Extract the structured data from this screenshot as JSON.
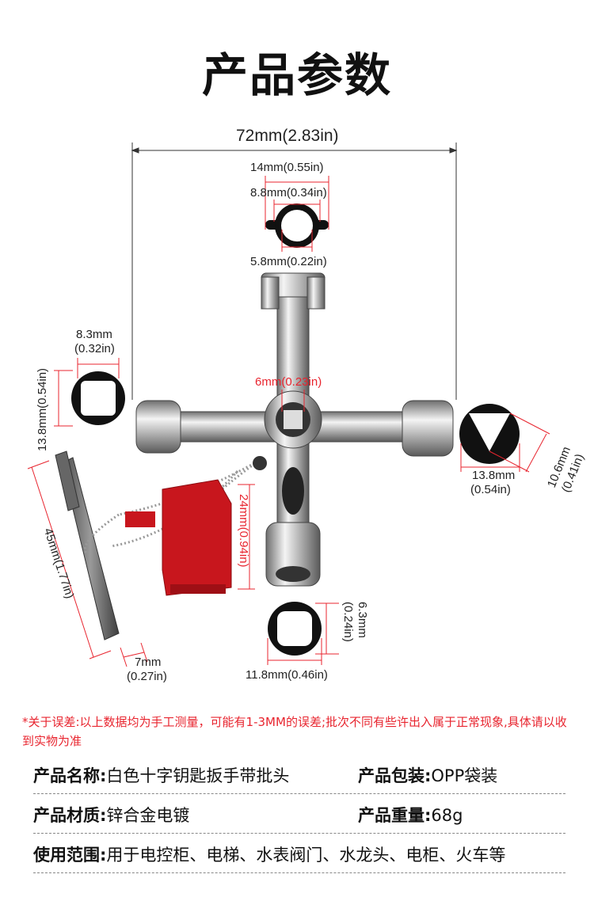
{
  "title": "产品参数",
  "dimensions": {
    "overall_width": "72mm(2.83in)",
    "top_outer": "14mm(0.55in)",
    "top_inner": "8.8mm(0.34in)",
    "top_slot": "5.8mm(0.22in)",
    "square_width_mm": "8.3mm",
    "square_width_in": "(0.32in)",
    "square_height": "13.8mm(0.54in)",
    "center_square": "6mm(0.23in)",
    "triangle_width_mm": "13.8mm",
    "triangle_width_in": "(0.54in)",
    "triangle_side_mm": "10.6mm",
    "triangle_side_in": "(0.41in)",
    "bit_length": "45mm(1.77in)",
    "holder_height": "24mm(0.94in)",
    "bit_width_mm": "7mm",
    "bit_width_in": "(0.27in)",
    "bottom_outer": "11.8mm(0.46in)",
    "bottom_inner_mm": "6.3mm",
    "bottom_inner_in": "(0.24in)"
  },
  "note": "*关于误差:以上数据均为手工测量，可能有1-3MM的误差;批次不同有些许出入属于正常现象,具体请以收到实物为准",
  "specs": {
    "name_label": "产品名称:",
    "name_value": "白色十字钥匙扳手带批头",
    "package_label": "产品包装:",
    "package_value": "OPP袋装",
    "material_label": "产品材质:",
    "material_value": "锌合金电镀",
    "weight_label": "产品重量:",
    "weight_value": "68g",
    "usage_label": "使用范围:",
    "usage_value": "用于电控柜、电梯、水表阀门、水龙头、电柜、火车等"
  },
  "colors": {
    "accent_red": "#e8252f",
    "holder_red": "#c8161d"
  }
}
